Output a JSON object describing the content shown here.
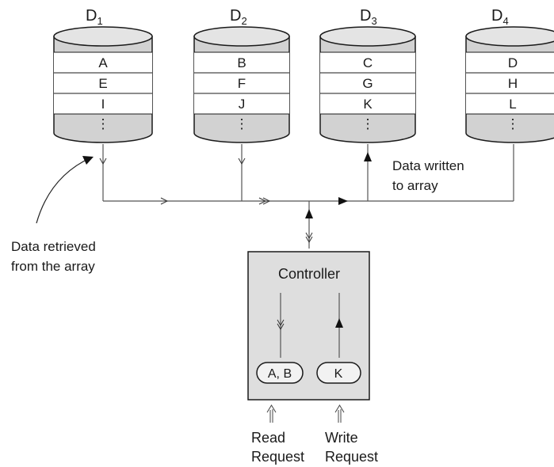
{
  "disks": [
    {
      "name": "D",
      "sub": "1",
      "cells": [
        "A",
        "E",
        "I",
        "⋮"
      ]
    },
    {
      "name": "D",
      "sub": "2",
      "cells": [
        "B",
        "F",
        "J",
        "⋮"
      ]
    },
    {
      "name": "D",
      "sub": "3",
      "cells": [
        "C",
        "G",
        "K",
        "⋮"
      ]
    },
    {
      "name": "D",
      "sub": "4",
      "cells": [
        "D",
        "H",
        "L",
        "⋮"
      ]
    }
  ],
  "annotations": {
    "written": [
      "Data written",
      "to array"
    ],
    "retrieved": [
      "Data retrieved",
      "from the array"
    ]
  },
  "controller": {
    "title": "Controller",
    "read_pill": "A, B",
    "write_pill": "K"
  },
  "requests": {
    "read": [
      "Read",
      "Request"
    ],
    "write": [
      "Write",
      "Request"
    ]
  },
  "colors": {
    "disk_top": "#e4e4e4",
    "disk_body": "#d2d2d2",
    "band": "#ffffff",
    "controller": "#dedede",
    "stroke": "#1a1a1a",
    "line": "#555555"
  }
}
